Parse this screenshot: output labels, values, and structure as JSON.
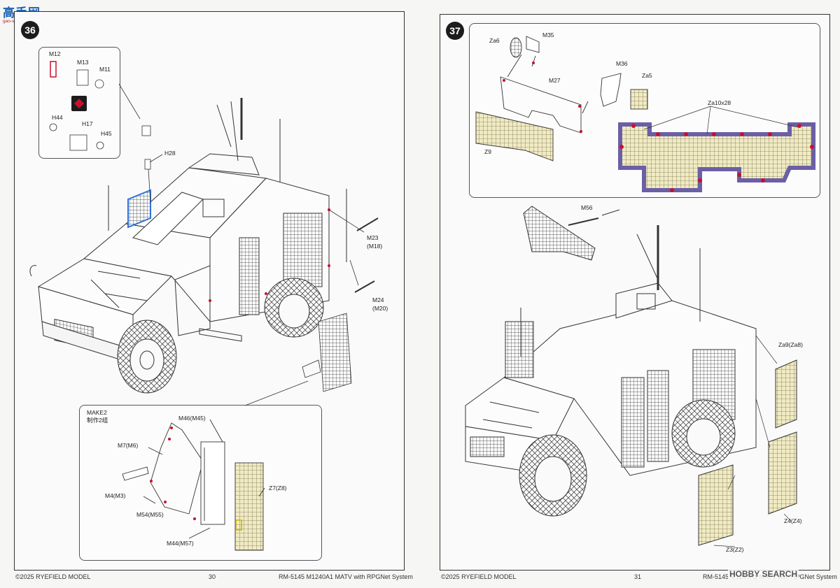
{
  "watermarks": {
    "top_left_brand": "高手网",
    "top_left_url": "gao-shou.com",
    "bottom_right": "HOBBY SEARCH"
  },
  "left_page": {
    "step_number": "36",
    "inset_parts": [
      "M12",
      "M13",
      "M11",
      "H44",
      "H17",
      "H45"
    ],
    "callouts": {
      "h28": "H28",
      "m23": "M23",
      "m18": "(M18)",
      "m24": "M24",
      "m20": "(M20)"
    },
    "make": {
      "title_en": "MAKE2",
      "title_cn": "制作2组",
      "parts": {
        "m46": "M46(M45)",
        "m7": "M7(M6)",
        "m4": "M4(M3)",
        "m54": "M54(M55)",
        "m44": "M44(M57)",
        "z7": "Z7(Z8)"
      }
    },
    "footer": {
      "copyright": "©2025 RYEFIELD MODEL",
      "page_number": "30",
      "product": "RM-5145 M1240A1 MATV with RPGNet System"
    }
  },
  "right_page": {
    "step_number": "37",
    "inset_parts": {
      "za6": "Za6",
      "m35": "M35",
      "m27": "M27",
      "m36": "M36",
      "za5": "Za5",
      "za10": "Za10x28",
      "z9": "Z9"
    },
    "callouts": {
      "m56": "M56",
      "za9": "Za9(Za8)",
      "z4": "Z4(Z4)",
      "z3": "Z3(Z2)"
    },
    "footer": {
      "copyright": "©2025 RYEFIELD MODEL",
      "page_number": "31",
      "product": "RM-5145 M1240A1 MATV with RPGNet System"
    }
  },
  "colors": {
    "accent_red": "#c8102e",
    "net_fill": "#efe7b6",
    "frame_purple": "#6b5fa6",
    "blue_highlight": "#2f72d6"
  }
}
